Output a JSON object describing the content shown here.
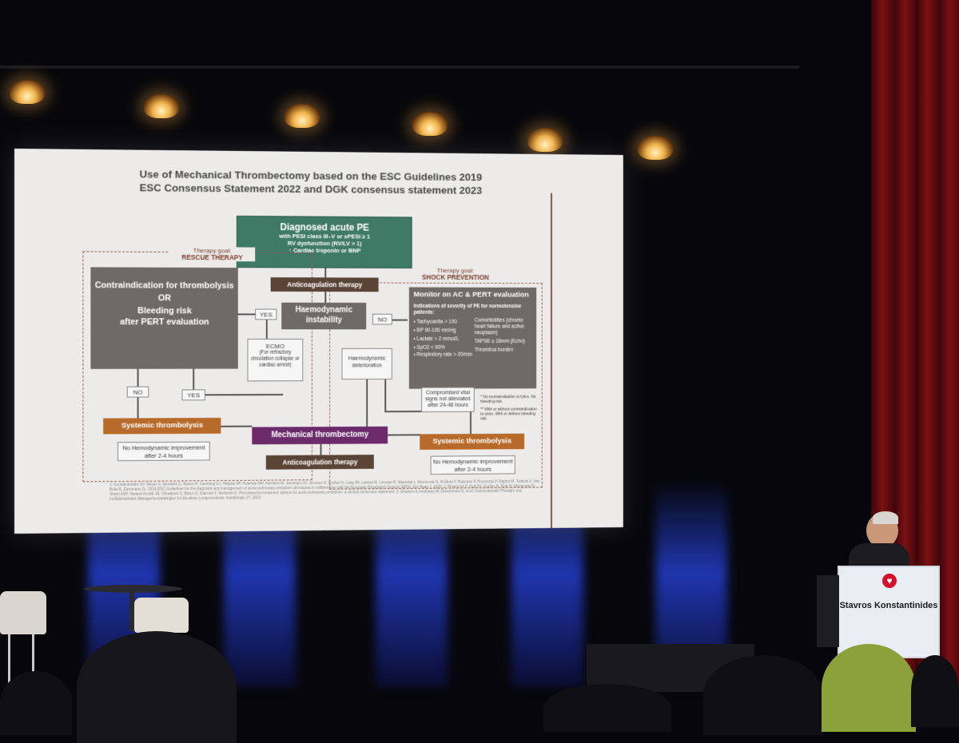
{
  "slide": {
    "title_line1": "Use of Mechanical Thrombectomy based on the ESC Guidelines 2019",
    "title_line2": "ESC Consensus Statement 2022 and DGK consensus statement 2023",
    "diagnosed": {
      "title": "Diagnosed acute PE",
      "line1": "with PESI class III–V or sPESI ≥ 1",
      "line2": "RV dysfunction (RV/LV > 1)",
      "line3": "↑ Cardiac troponin or BNP"
    },
    "goal_rescue_label": "Therapy goal:",
    "goal_rescue": "RESCUE THERAPY",
    "goal_shock_label": "Therapy goal:",
    "goal_shock": "SHOCK PREVENTION",
    "anticoag_top": "Anticoagulation therapy",
    "haemo_instability": "Haemodynamic instability",
    "yes": "YES",
    "no": "NO",
    "contra": {
      "line1": "Contraindication for thrombolysis",
      "line2": "OR",
      "line3": "Bleeding risk",
      "line4": "after PERT evaluation"
    },
    "ecmo": {
      "title": "ECMO",
      "detail": "(For refractory circulation collapse or cardiac arrest)"
    },
    "monitor": {
      "title": "Monitor on AC & PERT evaluation",
      "subtitle": "Indications of severity of PE for normotensive patients:",
      "left_items": [
        "Tachycardia > 100",
        "BP 90-100 mmHg",
        "Lactate > 2 mmol/L",
        "SpO2 < 90%",
        "Respiratory rate > 20/min"
      ],
      "right_items": [
        "Comorbidities (chronic heart failure and active neoplasm)",
        "TAPSE ≤ 16mm (Echo)",
        "Thrombus burden"
      ]
    },
    "haemo_deterioration": "Haemodynamic deterioration",
    "compromised": "Compromised vital signs not alleviated after 24-48 hours",
    "footnote1": "* No contraindication to lytics. No bleeding risk.",
    "footnote2": "** With or without contraindication to lytics. With or without bleeding risk.",
    "no_left": "NO",
    "yes_left": "YES",
    "systemic_left": "Systemic thrombolysis",
    "systemic_right": "Systemic thrombolysis",
    "mechanical": "Mechanical thrombectomy",
    "anticoag_bottom": "Anticoagulation therapy",
    "no_improve_left": "No Hemodynamic improvement after 2-4 hours",
    "no_improve_right": "No Hemodynamic improvement after 2-4 hours",
    "refs": "1. Konstantinides SV, Meyer G, Becattini C, Bueno H, Geersing GJ, Harjola VP, Huisman MV, Humbert M, Jennings CS, Jiménez D, Kucher N, Lang IM, Lankeit M, Lorusso R, Mazzolai L, Meneveau N, Ní Áinle F, Prandoni P, Pruszczyk P, Righini M, Torbicki A, Van Belle E, Zamorano JL. 2019 ESC Guidelines for the diagnosis and management of acute pulmonary embolism developed in collaboration with the European Respiratory Society (ERS). Eur Heart J. 2020. 2. Pruszczyk P, Klok FA, Kucher N, Roik M, Meneveau N, Sharp ASP, Nielsen-Kudsk JE, Obradović S, Barco S, Giannini F, Stefanini G. Percutaneous treatment options for acute pulmonary embolism: a clinical consensus statement. 3. Ghanem A, Andrassy M, Dürschmied D, et al. Interventionelle Therapie und multidisziplinäre Managementstrategien für die akute Lungenembolie. Kardiologie 17, 2023."
  },
  "podium": {
    "name": "Stavros Konstantinides"
  },
  "colors": {
    "green": "#3f7a66",
    "grey": "#6e6a67",
    "brown": "#5a4436",
    "orange": "#b86a2a",
    "purple": "#6b2a6a",
    "curtain": "#7a1014",
    "wash": "#2846e6"
  },
  "icons": {
    "podium_logo": "heart-icon"
  }
}
